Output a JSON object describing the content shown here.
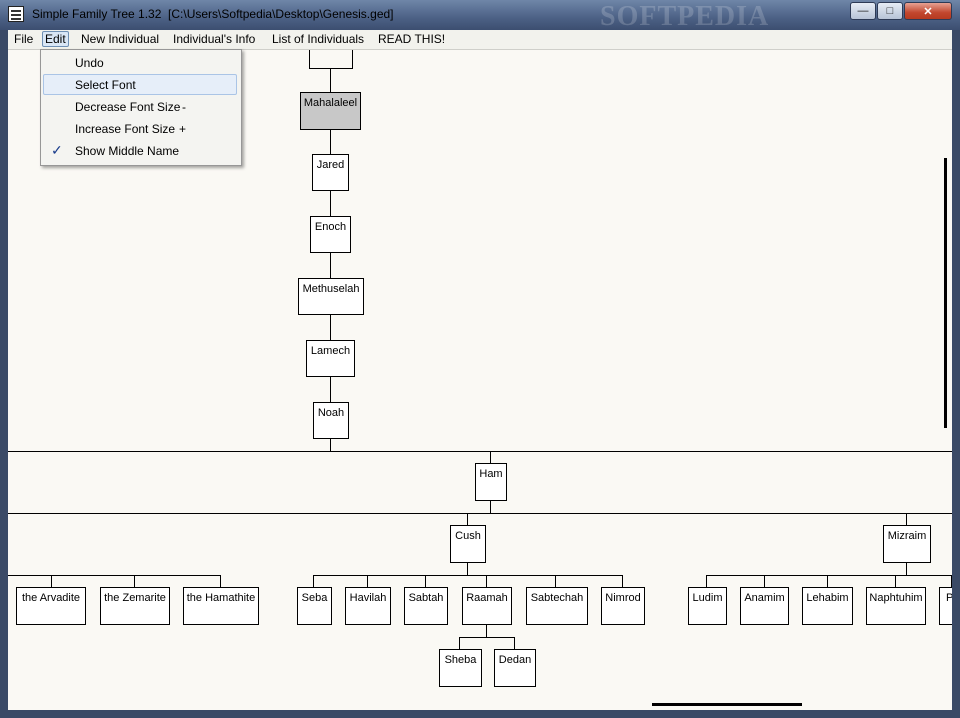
{
  "window": {
    "title": "Simple Family Tree 1.32  [C:\\Users\\Softpedia\\Desktop\\Genesis.ged]",
    "watermark": "SOFTPEDIA",
    "controls": {
      "minimize": "—",
      "maximize": "□",
      "close": "✕"
    }
  },
  "menubar": {
    "items": [
      "File",
      "Edit",
      "New Individual",
      "Individual's Info",
      "List of Individuals",
      "READ THIS!"
    ],
    "active": "Edit"
  },
  "edit_menu": {
    "items": [
      {
        "label": "Undo",
        "shortcut": "",
        "checked": false
      },
      {
        "label": "Select Font",
        "shortcut": "",
        "checked": false
      },
      {
        "label": "Decrease Font Size",
        "shortcut": "-",
        "checked": false
      },
      {
        "label": "Increase Font Size",
        "shortcut": "+",
        "checked": false
      },
      {
        "label": "Show Middle Name",
        "shortcut": "",
        "checked": true
      }
    ],
    "check_glyph": "✓",
    "highlighted": "Select Font"
  },
  "tree": {
    "selected": "Mahalaleel",
    "lineage": [
      "Mahalaleel",
      "Jared",
      "Enoch",
      "Methuselah",
      "Lamech",
      "Noah"
    ],
    "ham": "Ham",
    "ham_children": [
      "Cush",
      "Mizraim"
    ],
    "canaan_children_visible": [
      "the Arvadite",
      "the Zemarite",
      "the Hamathite"
    ],
    "cush_children": [
      "Seba",
      "Havilah",
      "Sabtah",
      "Raamah",
      "Sabtechah",
      "Nimrod"
    ],
    "raamah_children": [
      "Sheba",
      "Dedan"
    ],
    "mizraim_children": [
      "Ludim",
      "Anamim",
      "Lehabim",
      "Naphtuhim",
      "P"
    ]
  },
  "colors": {
    "canvas": "#faf9f4",
    "selected_node": "#c8c8c8",
    "menu_highlight": "#e6eef9"
  }
}
